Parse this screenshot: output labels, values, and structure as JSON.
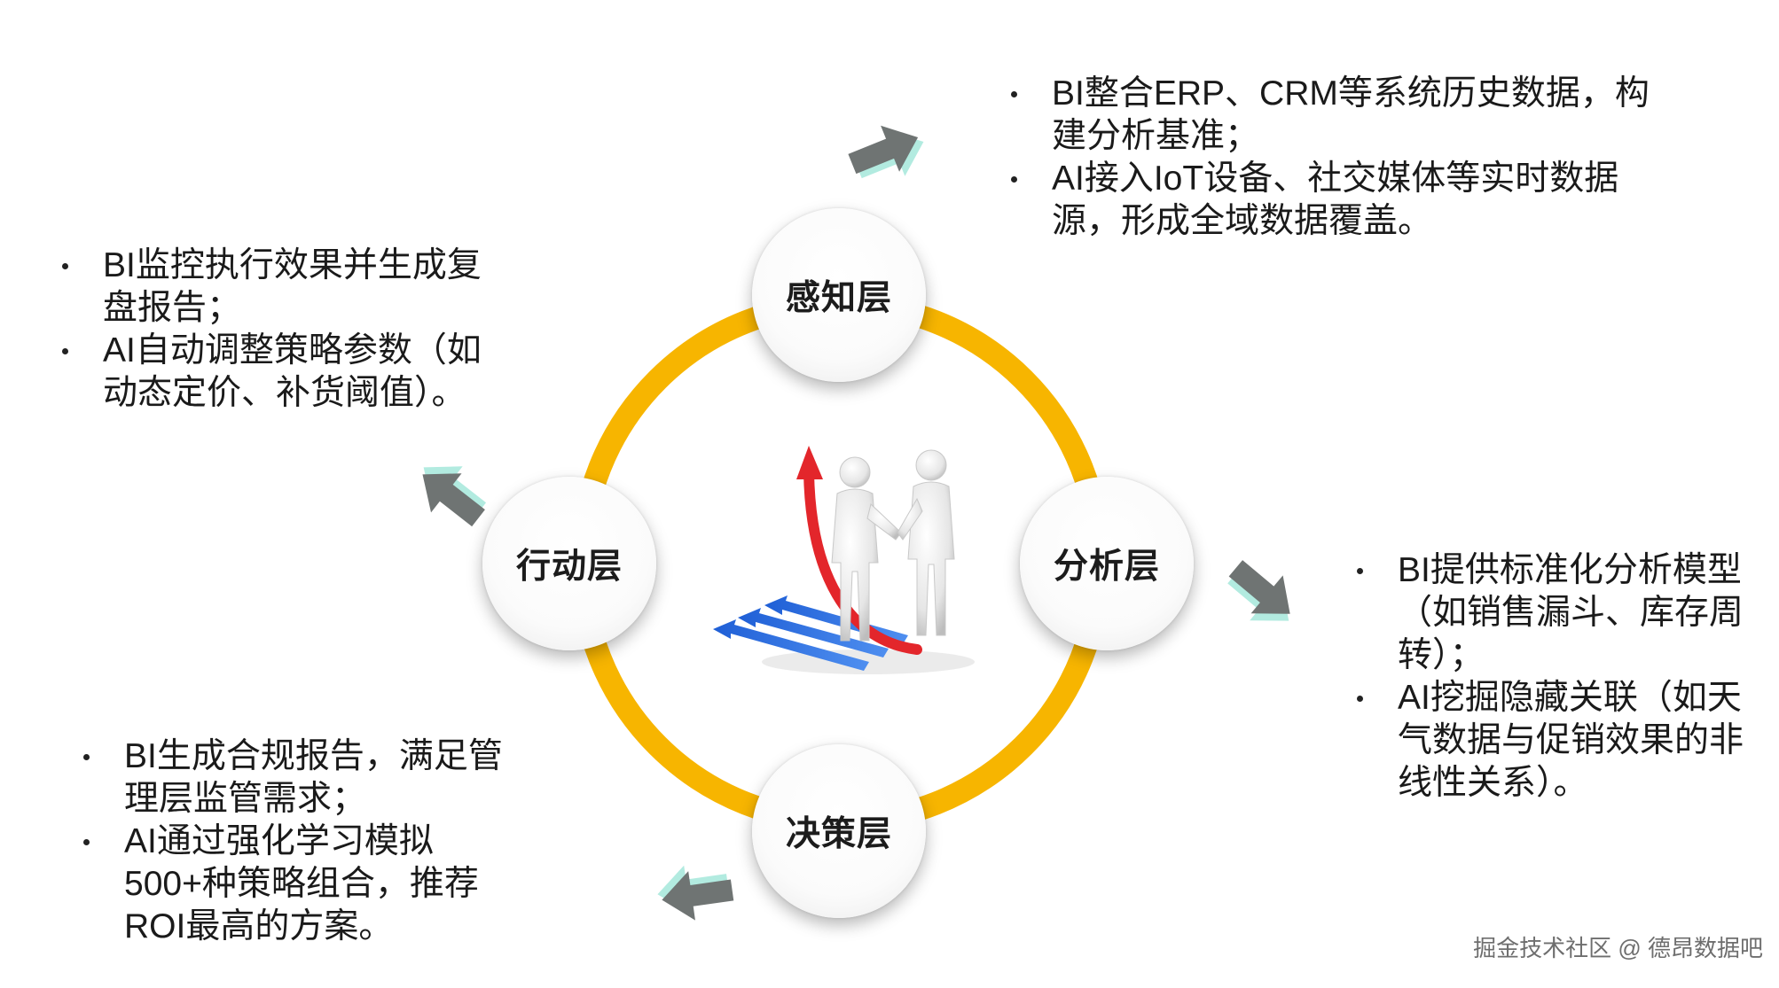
{
  "nodes": {
    "perception": "感知层",
    "analysis": "分析层",
    "decision": "决策层",
    "action": "行动层"
  },
  "blocks": {
    "perception": [
      "BI整合ERP、CRM等系统历史数据，构建分析基准；",
      "AI接入IoT设备、社交媒体等实时数据源，形成全域数据覆盖。"
    ],
    "analysis": [
      "BI提供标准化分析模型（如销售漏斗、库存周转）；",
      "AI挖掘隐藏关联（如天气数据与促销效果的非线性关系）。"
    ],
    "decision": [
      "BI生成合规报告，满足管理层监管需求；",
      "AI通过强化学习模拟500+种策略组合，推荐ROI最高的方案。"
    ],
    "action": [
      "BI监控执行效果并生成复盘报告；",
      "AI自动调整策略参数（如动态定价、补货阈值）。"
    ]
  },
  "watermark": "掘金技术社区 @ 德昂数据吧",
  "colors": {
    "ring": "#f7b500",
    "arrow": "#6f7473",
    "arrow_glow": "#9fe6d8",
    "growth_arrow": "#e3262b",
    "floor_arrows": "#2f6fe0"
  },
  "icons": {
    "direction_arrows": "block-arrow-icon",
    "center_image": "handshake-growth-illustration"
  }
}
